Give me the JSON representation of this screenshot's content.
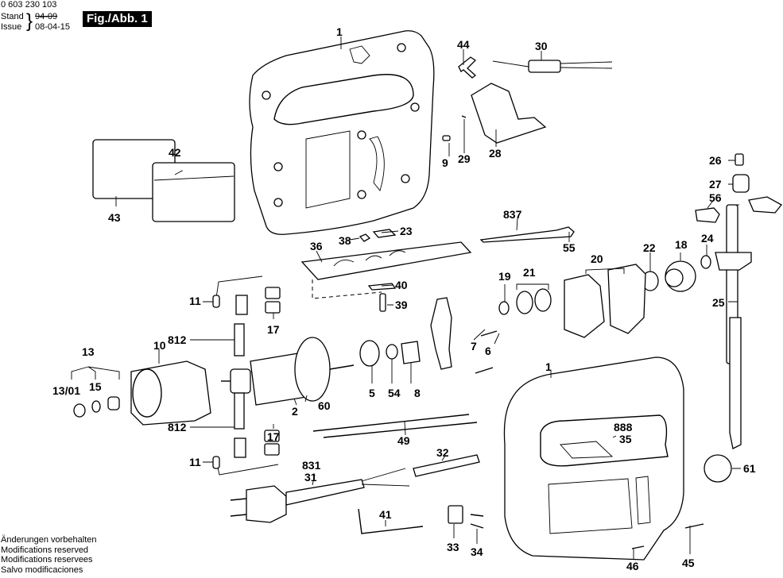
{
  "header": {
    "document_number": "0 603 230 103",
    "stand_label": "Stand",
    "issue_label": "Issue",
    "stand_value_struck": "94-09",
    "issue_value": "08-04-15",
    "figure_tag": "Fig./Abb. 1"
  },
  "footer": {
    "lines": [
      "Änderungen vorbehalten",
      "Modifications reserved",
      "Modifications reservees",
      "Salvo modificaciones"
    ]
  },
  "parts": {
    "p1_top": "1",
    "p1_bottom": "1",
    "p2": "2",
    "p5": "5",
    "p6": "6",
    "p7": "7",
    "p8": "8",
    "p9": "9",
    "p10": "10",
    "p11_top": "11",
    "p11_bottom": "11",
    "p13": "13",
    "p13_01": "13/01",
    "p15": "15",
    "p17_top": "17",
    "p17_bottom": "17",
    "p18": "18",
    "p19": "19",
    "p20": "20",
    "p21": "21",
    "p22": "22",
    "p23": "23",
    "p24": "24",
    "p25": "25",
    "p26": "26",
    "p27": "27",
    "p28": "28",
    "p29": "29",
    "p30": "30",
    "p31": "31",
    "p32": "32",
    "p33": "33",
    "p34": "34",
    "p35": "35",
    "p36": "36",
    "p38": "38",
    "p39": "39",
    "p40": "40",
    "p41": "41",
    "p42": "42",
    "p43": "43",
    "p44": "44",
    "p45": "45",
    "p46": "46",
    "p49": "49",
    "p54": "54",
    "p55": "55",
    "p56": "56",
    "p60": "60",
    "p61": "61",
    "p812_top": "812",
    "p812_bottom": "812",
    "p831": "831",
    "p837": "837",
    "p888": "888"
  }
}
